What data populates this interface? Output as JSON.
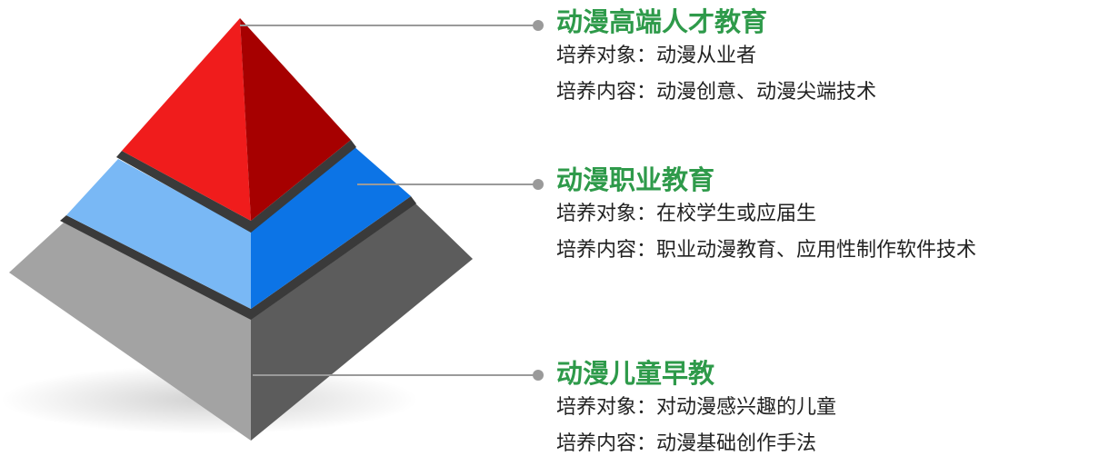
{
  "colors": {
    "title": "#2e9a4a",
    "connector": "#9a9a9a",
    "top_left": "#f01c1c",
    "top_right": "#a60000",
    "mid_left": "#79b8f5",
    "mid_right": "#0c74e6",
    "base_left": "#a3a3a3",
    "base_right": "#5c5c5c",
    "separator": "#3a3a3a"
  },
  "tiers": [
    {
      "title": "动漫高端人才教育",
      "target": "培养对象：动漫从业者",
      "content": "培养内容：动漫创意、动漫尖端技术"
    },
    {
      "title": "动漫职业教育",
      "target": "培养对象：在校学生或应届生",
      "content": "培养内容：职业动漫教育、应用性制作软件技术"
    },
    {
      "title": "动漫儿童早教",
      "target": "培养对象：对动漫感兴趣的儿童",
      "content": "培养内容：动漫基础创作手法"
    }
  ]
}
